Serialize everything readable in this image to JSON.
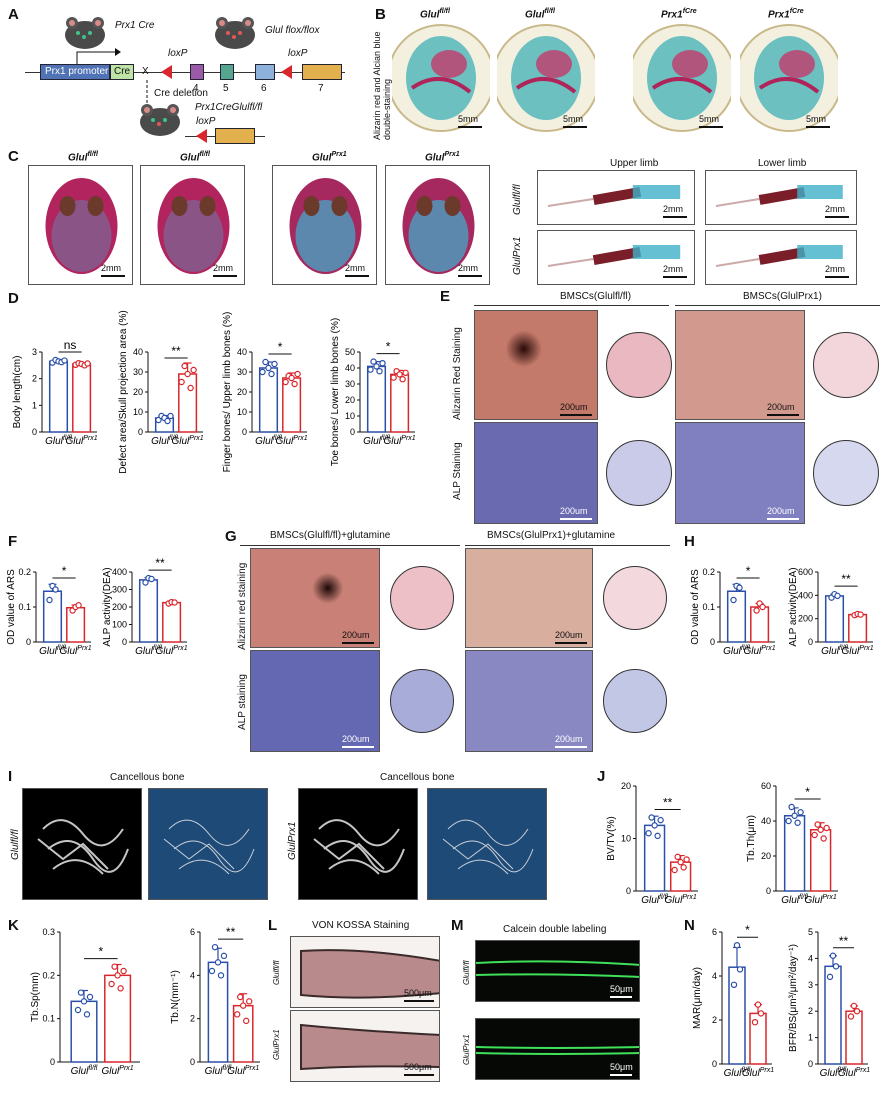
{
  "panels": {
    "A": "A",
    "B": "B",
    "C": "C",
    "D": "D",
    "E": "E",
    "F": "F",
    "G": "G",
    "H": "H",
    "I": "I",
    "J": "J",
    "K": "K",
    "L": "L",
    "M": "M",
    "N": "N"
  },
  "genotypes": {
    "flox": "Glulfl/fl",
    "prx1": "GlulPrx1",
    "prx1fcre": "Prx1fCre"
  },
  "panelA": {
    "prx1cre": "Prx1 Cre",
    "glulflox": "Glul flox/flox",
    "promoter": "Prx1 promoter",
    "cre": "Cre",
    "loxp": "loxP",
    "exons": [
      "4",
      "5",
      "6",
      "7"
    ],
    "x": "X",
    "cre_deletion": "Cre deletion",
    "result": "Prx1CreGlulfl/fl"
  },
  "panelB": {
    "side": "Alizarin red and Alcian blue double-staining",
    "scale": "5mm",
    "titles": [
      "Glulfl/fl",
      "Glulfl/fl",
      "Prx1fCre",
      "Prx1fCre"
    ]
  },
  "panelC": {
    "scale": "2mm",
    "titles": [
      "Glulfl/fl",
      "Glulfl/fl",
      "GlulPrx1",
      "GlulPrx1"
    ],
    "upper": "Upper limb",
    "lower": "Lower limb",
    "row1": "Glulfl/fl",
    "row2": "GlulPrx1"
  },
  "panelE": {
    "g1": "BMSCs(Glulfl/fl)",
    "g2": "BMSCs(GlulPrx1)",
    "row1": "Alizarin Red Staining",
    "row2": "ALP Staining",
    "scale": "200um"
  },
  "panelG": {
    "g1": "BMSCs(Glulfl/fl)+glutamine",
    "g2": "BMSCs(GlulPrx1)+glutamine",
    "row1": "Alizarin red staining",
    "row2": "ALP staining",
    "scale": "200um"
  },
  "panelI": {
    "t1": "Cancellous bone",
    "t2": "Cancellous bone",
    "r1": "Glulfl/fl",
    "r2": "GlulPrx1"
  },
  "panelL": {
    "title": "VON KOSSA Staining",
    "scale": "500μm",
    "r1": "Glulfl/fl",
    "r2": "GlulPrx1"
  },
  "panelM": {
    "title": "Calcein double labeling",
    "scale": "50μm",
    "r1": "Glulfl/fl",
    "r2": "GlulPrx1"
  },
  "colors": {
    "flox": "#2a4fa8",
    "prx1": "#d9262c"
  },
  "chart_data": [
    {
      "id": "D1",
      "type": "bar",
      "ylabel": "Body length(cm)",
      "ylim": [
        0,
        3
      ],
      "yticks": [
        0,
        1,
        2,
        3
      ],
      "categories": [
        "Glulfl/fl",
        "GlulPrx1"
      ],
      "values": [
        2.65,
        2.55
      ],
      "sig": "ns",
      "points": [
        [
          2.6,
          2.7,
          2.65,
          2.62,
          2.68
        ],
        [
          2.52,
          2.58,
          2.55,
          2.5,
          2.57
        ]
      ]
    },
    {
      "id": "D2",
      "type": "bar",
      "ylabel": "Defect area/Skull projection area (%)",
      "ylim": [
        0,
        40
      ],
      "yticks": [
        0,
        10,
        20,
        30,
        40
      ],
      "categories": [
        "Glulfl/fl",
        "GlulPrx1"
      ],
      "values": [
        7,
        29
      ],
      "sig": "**",
      "points": [
        [
          6,
          8,
          7,
          5.5,
          8
        ],
        [
          25,
          33,
          29,
          22,
          31
        ]
      ]
    },
    {
      "id": "D3",
      "type": "bar",
      "ylabel": "Finger bones/ Upper limb bones (%)",
      "ylim": [
        0,
        40
      ],
      "yticks": [
        0,
        10,
        20,
        30,
        40
      ],
      "categories": [
        "Glulfl/fl",
        "GlulPrx1"
      ],
      "values": [
        32,
        27
      ],
      "sig": "*",
      "points": [
        [
          30,
          35,
          32,
          29,
          34
        ],
        [
          25,
          28,
          27,
          24,
          29
        ]
      ]
    },
    {
      "id": "D4",
      "type": "bar",
      "ylabel": "Toe bones/ Lower limb bones (%)",
      "ylim": [
        0,
        50
      ],
      "yticks": [
        0,
        10,
        20,
        30,
        40,
        50
      ],
      "categories": [
        "Glulfl/fl",
        "GlulPrx1"
      ],
      "values": [
        41,
        36
      ],
      "sig": "*",
      "points": [
        [
          39,
          44,
          41,
          38,
          43
        ],
        [
          34,
          38,
          36,
          33,
          37
        ]
      ]
    },
    {
      "id": "F1",
      "type": "bar",
      "ylabel": "OD value of ARS",
      "ylim": [
        0,
        0.2
      ],
      "yticks": [
        0,
        0.1,
        0.2
      ],
      "categories": [
        "Glulfl/fl",
        "GlulPrx1"
      ],
      "values": [
        0.145,
        0.098
      ],
      "sig": "*",
      "points": [
        [
          0.12,
          0.16,
          0.15
        ],
        [
          0.09,
          0.1,
          0.105
        ]
      ]
    },
    {
      "id": "F2",
      "type": "bar",
      "ylabel": "ALP activity(DEA)",
      "ylim": [
        0,
        400
      ],
      "yticks": [
        0,
        100,
        200,
        300,
        400
      ],
      "categories": [
        "Glulfl/fl",
        "GlulPrx1"
      ],
      "values": [
        355,
        225
      ],
      "sig": "**",
      "points": [
        [
          340,
          365,
          360
        ],
        [
          220,
          228,
          226
        ]
      ]
    },
    {
      "id": "H1",
      "type": "bar",
      "ylabel": "OD value of ARS",
      "ylim": [
        0,
        0.2
      ],
      "yticks": [
        0,
        0.1,
        0.2
      ],
      "categories": [
        "Glulfl/fl",
        "GlulPrx1"
      ],
      "values": [
        0.145,
        0.1
      ],
      "sig": "*",
      "points": [
        [
          0.12,
          0.16,
          0.155
        ],
        [
          0.09,
          0.11,
          0.1
        ]
      ]
    },
    {
      "id": "H2",
      "type": "bar",
      "ylabel": "ALP activity(DEA)",
      "ylim": [
        0,
        600
      ],
      "yticks": [
        0,
        200,
        400,
        600
      ],
      "categories": [
        "Glulfl/fl",
        "GlulPrx1"
      ],
      "values": [
        395,
        235
      ],
      "sig": "**",
      "points": [
        [
          380,
          410,
          395
        ],
        [
          230,
          240,
          235
        ]
      ]
    },
    {
      "id": "J1",
      "type": "bar",
      "ylabel": "BV/TV(%)",
      "ylim": [
        0,
        20
      ],
      "yticks": [
        0,
        10,
        20
      ],
      "categories": [
        "Glulfl/fl",
        "GlulPrx1"
      ],
      "values": [
        12.5,
        5.5
      ],
      "sig": "**",
      "points": [
        [
          11,
          14,
          12.5,
          10.5,
          13.5
        ],
        [
          4,
          6.5,
          5.5,
          4.5,
          6
        ]
      ]
    },
    {
      "id": "J2",
      "type": "bar",
      "ylabel": "Tb.Th(μm)",
      "ylim": [
        0,
        60
      ],
      "yticks": [
        0,
        20,
        40,
        60
      ],
      "categories": [
        "Glulfl/fl",
        "GlulPrx1"
      ],
      "values": [
        43,
        35
      ],
      "sig": "*",
      "points": [
        [
          40,
          48,
          43,
          39,
          45
        ],
        [
          32,
          38,
          35,
          30,
          36
        ]
      ]
    },
    {
      "id": "K1",
      "type": "bar",
      "ylabel": "Tb.Sp(mm)",
      "ylim": [
        0,
        0.3
      ],
      "yticks": [
        0,
        0.1,
        0.2,
        0.3
      ],
      "categories": [
        "Glulfl/fl",
        "GlulPrx1"
      ],
      "values": [
        0.14,
        0.2
      ],
      "sig": "*",
      "points": [
        [
          0.12,
          0.16,
          0.14,
          0.11,
          0.15
        ],
        [
          0.18,
          0.22,
          0.2,
          0.17,
          0.21
        ]
      ]
    },
    {
      "id": "K2",
      "type": "bar",
      "ylabel": "Tb.N(mm⁻¹)",
      "ylim": [
        0,
        6
      ],
      "yticks": [
        0,
        2,
        4,
        6
      ],
      "categories": [
        "Glulfl/fl",
        "GlulPrx1"
      ],
      "values": [
        4.6,
        2.6
      ],
      "sig": "**",
      "points": [
        [
          4.2,
          5.3,
          4.6,
          4,
          4.9
        ],
        [
          2.2,
          3,
          2.6,
          1.9,
          2.8
        ]
      ]
    },
    {
      "id": "N1",
      "type": "bar",
      "ylabel": "MAR(μm/day)",
      "ylim": [
        0,
        6
      ],
      "yticks": [
        0,
        2,
        4,
        6
      ],
      "categories": [
        "Glulfl/fl",
        "GlulPrx1"
      ],
      "values": [
        4.4,
        2.3
      ],
      "sig": "*",
      "points": [
        [
          3.6,
          5.4,
          4.3
        ],
        [
          1.9,
          2.7,
          2.3
        ]
      ]
    },
    {
      "id": "N2",
      "type": "bar",
      "ylabel": "BFR/BS(μm³/μm²/day⁻¹)",
      "ylim": [
        0,
        5
      ],
      "yticks": [
        0,
        1,
        2,
        3,
        4,
        5
      ],
      "categories": [
        "Glulfl/fl",
        "GlulPrx1"
      ],
      "values": [
        3.7,
        2.0
      ],
      "sig": "**",
      "points": [
        [
          3.3,
          4.1,
          3.7
        ],
        [
          1.8,
          2.2,
          2.0
        ]
      ]
    }
  ]
}
